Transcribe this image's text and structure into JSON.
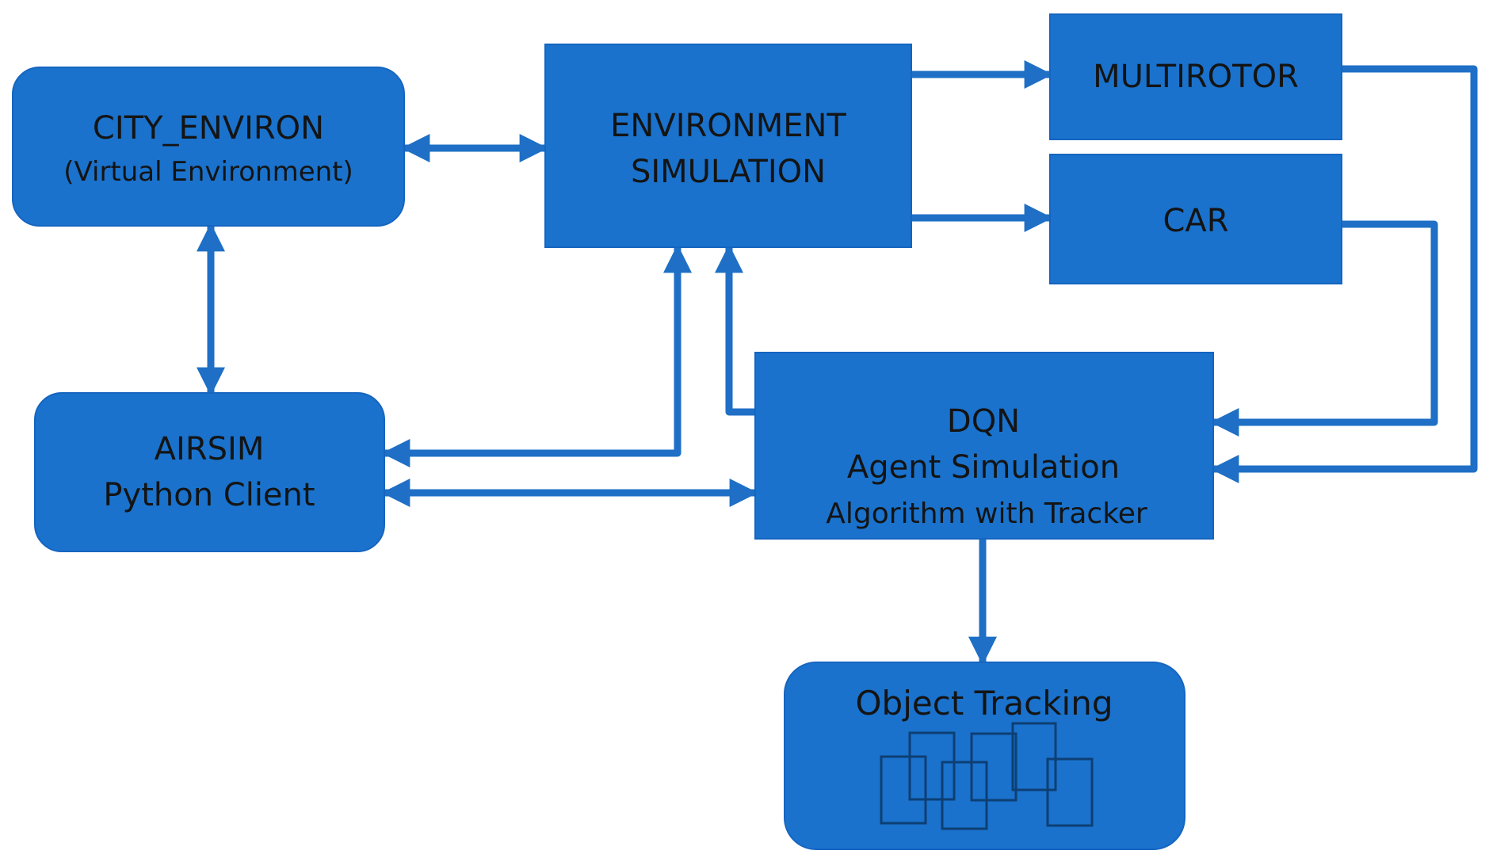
{
  "colors": {
    "box_fill": "#1a72cc",
    "box_stroke": "#1565c0",
    "line": "#1e6fc5",
    "text": "#141414",
    "icon_stroke": "#0d3f73"
  },
  "nodes": {
    "city_environ": {
      "line1": "CITY_ENVIRON",
      "line2": "(Virtual Environment)"
    },
    "environment_simulation": {
      "line1": "ENVIRONMENT",
      "line2": "SIMULATION"
    },
    "multirotor": {
      "label": "MULTIROTOR"
    },
    "car": {
      "label": "CAR"
    },
    "airsim": {
      "line1": "AIRSIM",
      "line2": "Python Client"
    },
    "dqn": {
      "line1": "DQN",
      "line2": "Agent Simulation",
      "line3": "Algorithm with Tracker"
    },
    "object_tracking": {
      "label": "Object Tracking",
      "icon": "stacked-frames-icon"
    }
  },
  "edges": [
    {
      "from": "city_environ",
      "to": "environment_simulation",
      "direction": "both"
    },
    {
      "from": "city_environ",
      "to": "airsim",
      "direction": "both"
    },
    {
      "from": "environment_simulation",
      "to": "multirotor",
      "direction": "forward"
    },
    {
      "from": "environment_simulation",
      "to": "car",
      "direction": "forward"
    },
    {
      "from": "multirotor",
      "to": "dqn",
      "direction": "forward"
    },
    {
      "from": "car",
      "to": "dqn",
      "direction": "forward"
    },
    {
      "from": "airsim",
      "to": "environment_simulation",
      "direction": "both"
    },
    {
      "from": "airsim",
      "to": "dqn",
      "direction": "both"
    },
    {
      "from": "dqn",
      "to": "environment_simulation",
      "direction": "forward"
    },
    {
      "from": "dqn",
      "to": "object_tracking",
      "direction": "forward"
    }
  ]
}
